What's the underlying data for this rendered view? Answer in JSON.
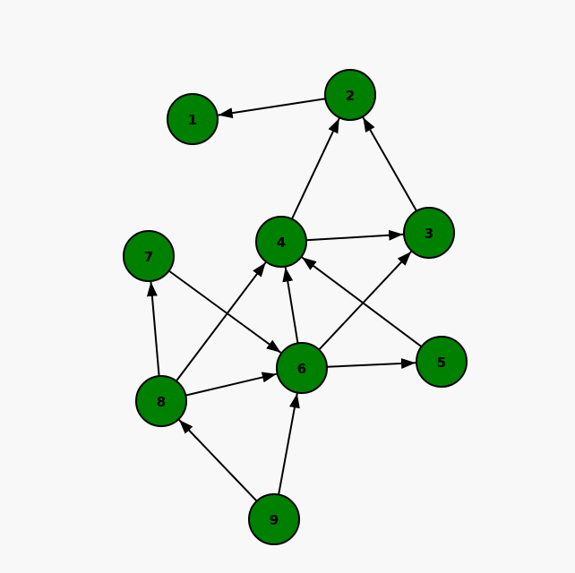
{
  "graph": {
    "type": "directed-graph",
    "colors": {
      "background": "#f8f8f8",
      "node_fill": "#008000",
      "node_stroke": "#000000",
      "edge": "#000000",
      "label": "#000000"
    },
    "nodes": [
      {
        "id": "1",
        "label": "1"
      },
      {
        "id": "2",
        "label": "2"
      },
      {
        "id": "3",
        "label": "3"
      },
      {
        "id": "4",
        "label": "4"
      },
      {
        "id": "5",
        "label": "5"
      },
      {
        "id": "6",
        "label": "6"
      },
      {
        "id": "7",
        "label": "7"
      },
      {
        "id": "8",
        "label": "8"
      },
      {
        "id": "9",
        "label": "9"
      }
    ],
    "edges": [
      {
        "from": "2",
        "to": "1"
      },
      {
        "from": "4",
        "to": "2"
      },
      {
        "from": "3",
        "to": "2"
      },
      {
        "from": "4",
        "to": "3"
      },
      {
        "from": "6",
        "to": "3"
      },
      {
        "from": "6",
        "to": "4"
      },
      {
        "from": "5",
        "to": "4"
      },
      {
        "from": "8",
        "to": "4"
      },
      {
        "from": "6",
        "to": "5"
      },
      {
        "from": "7",
        "to": "6"
      },
      {
        "from": "8",
        "to": "6"
      },
      {
        "from": "9",
        "to": "6"
      },
      {
        "from": "8",
        "to": "7"
      },
      {
        "from": "9",
        "to": "8"
      }
    ]
  }
}
